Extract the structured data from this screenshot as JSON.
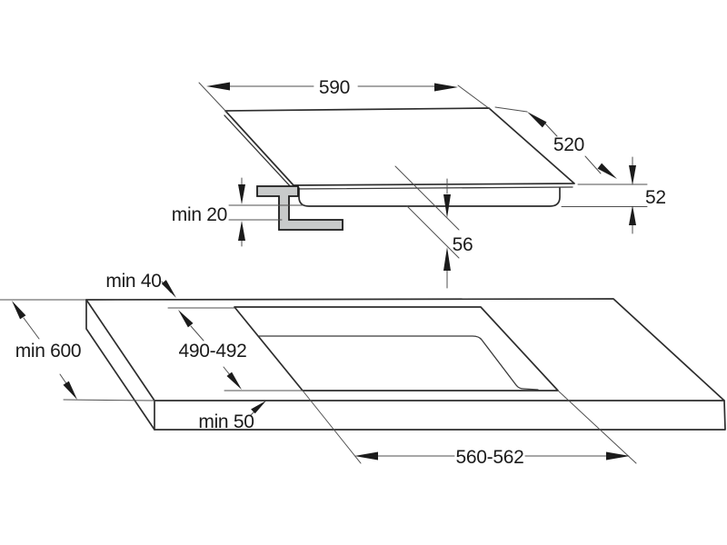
{
  "diagram": {
    "hob": {
      "width": "590",
      "depth": "520",
      "height": "52",
      "installation_height": "56",
      "bracket_clearance": "min 20"
    },
    "worktop": {
      "rear_edge_distance": "min 40",
      "min_depth": "min 600",
      "cutout_depth": "490-492",
      "front_edge_distance": "min 50",
      "cutout_width": "560-562"
    },
    "colors": {
      "background": "#ffffff",
      "outline": "#2d2d2d",
      "thin_line": "#4f4f4f",
      "text": "#1b1b1b",
      "bracket_fill": "#c8caca"
    }
  }
}
